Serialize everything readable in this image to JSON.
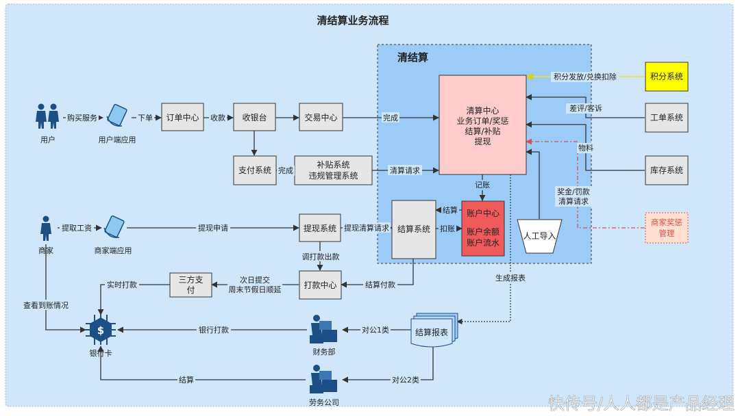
{
  "title": "清结算业务流程",
  "clearing_region_label": "清结算",
  "watermark": "快传号/人人都是产品经理",
  "colors": {
    "outer_bg": "#cfe6fb",
    "region_bg": "#9ccbf7",
    "box_gray": "#e6e6e6",
    "box_pink": "#ffcccc",
    "box_red": "#f05a5a",
    "box_yellow": "#ffff00",
    "arrow": "#333333",
    "yellow_arrow": "#f0e22a",
    "red_dash": "#e04b4b",
    "person_blue": "#1c4f86"
  },
  "boxes": {
    "order_center": "订单中心",
    "cashier": "收银台",
    "trade_center": "交易中心",
    "payment_system": "支付系统",
    "subsidy_system": [
      "补贴系统",
      "违规管理系统"
    ],
    "clearing_center": [
      "清算中心",
      "业务订单/奖惩",
      "结算/补贴",
      "提现"
    ],
    "points_system": "积分系统",
    "ticket_system": "工单系统",
    "inventory_system": "库存系统",
    "merchant_reward": [
      "商家奖惩",
      "管理"
    ],
    "settlement_system": "结算系统",
    "account_center": [
      "账户中心",
      "账户余额",
      "账户流水"
    ],
    "manual_import": "人工导入",
    "withdraw_system": "提现系统",
    "payout_center": "打款中心",
    "third_party_pay": [
      "三方支",
      "付"
    ],
    "settlement_report": "结算报表"
  },
  "actors": {
    "user": "用户",
    "user_app": "用户端应用",
    "merchant": "商家",
    "merchant_app": "商家端应用",
    "bank_card": "银行卡",
    "finance_dept": "财务部",
    "labor_company": "劳务公司"
  },
  "labels": {
    "buy_service": "购买服务",
    "place_order": "下单",
    "collect": "收款",
    "complete_trade": "完成",
    "complete_subsidy": "完成",
    "clearing_request": "清算请求",
    "points_issue": "积分发放/兑换扣除",
    "review_complaint": "差评/客诉",
    "materials": "物料",
    "reward_request": [
      "奖金/罚款",
      "清算请求"
    ],
    "bookkeeping": "记账",
    "settle": "结算",
    "deduct": "扣账",
    "get_salary": "提取工资",
    "withdraw_request": "提现申请",
    "withdraw_clearing_request": "提现清算请求",
    "call_payout": "调打款出款",
    "settle_payment": "结算付款",
    "next_day_submit": [
      "次日提交",
      "周末节假日顺延"
    ],
    "realtime_payout": "实时打款",
    "generate_report": "生成报表",
    "check_arrival": "查看到账情况",
    "bank_transfer": "银行打款",
    "public_1": "对公1类",
    "public_2": "对公2类",
    "settle_bottom": "结算"
  }
}
